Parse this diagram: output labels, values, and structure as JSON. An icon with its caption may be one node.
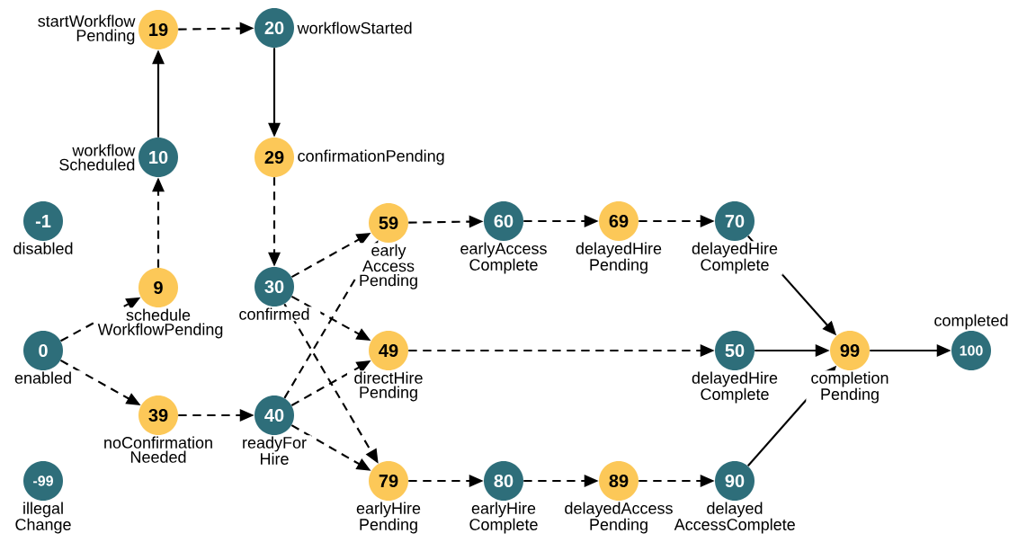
{
  "diagram": {
    "nodes": [
      {
        "text": [
          "19"
        ],
        "beside": [
          "startWorkflow Pending"
        ]
      },
      {
        "text": [
          "20"
        ],
        "beside": [
          "workflowStarted"
        ]
      },
      {
        "text": [
          "10"
        ],
        "beside": [
          "workflow Scheduled"
        ]
      },
      {
        "text": [
          "29"
        ],
        "beside": [
          "confirmationPending"
        ]
      },
      {
        "text": [
          "-1"
        ],
        "beside": [
          "disabled"
        ]
      },
      {
        "text": [
          "9"
        ],
        "beside": [
          "schedule WorkflowPending"
        ]
      },
      {
        "text": [
          "30"
        ],
        "beside": [
          "confirmed"
        ]
      },
      {
        "text": [
          "59"
        ],
        "beside": [
          "early Access Pending"
        ]
      },
      {
        "text": [
          "60"
        ],
        "beside": [
          "earlyAccess Complete"
        ]
      },
      {
        "text": [
          "69"
        ],
        "beside": [
          "delayedHire Pending"
        ]
      },
      {
        "text": [
          "70"
        ],
        "beside": [
          "delayedHire Complete"
        ]
      },
      {
        "text": [
          "0"
        ],
        "beside": [
          "enabled"
        ]
      },
      {
        "text": [
          "49"
        ],
        "beside": [
          "directHire Pending"
        ]
      },
      {
        "text": [
          "50"
        ],
        "beside": [
          "delayedHire Complete"
        ]
      },
      {
        "text": [
          "99"
        ],
        "beside": [
          "completion Pending"
        ]
      },
      {
        "text": [
          "100"
        ],
        "beside": [
          "completed"
        ]
      },
      {
        "text": [
          "39"
        ],
        "beside": [
          "noConfirmation Needed"
        ]
      },
      {
        "text": [
          "40"
        ],
        "beside": [
          "readyFor Hire"
        ]
      },
      {
        "text": [
          "-99"
        ],
        "beside": [
          "illegal Change"
        ]
      },
      {
        "text": [
          "79"
        ],
        "beside": [
          "earlyHire Pending"
        ]
      },
      {
        "text": [
          "80"
        ],
        "beside": [
          "earlyHire Complete"
        ]
      },
      {
        "text": [
          "89"
        ],
        "beside": [
          "delayedAccess Pending"
        ]
      },
      {
        "text": [
          "90"
        ],
        "beside": [
          "delayed AccessComplete"
        ]
      }
    ],
    "edges": [
      {
        "from": 0,
        "to": 1,
        "arrow": "to",
        "style": "dashed"
      },
      {
        "from": 1,
        "to": 3,
        "arrow": "to"
      },
      {
        "from": 3,
        "to": 6,
        "arrow": "to",
        "style": "dashed"
      },
      {
        "from": 2,
        "to": 0,
        "arrow": "to"
      },
      {
        "from": 5,
        "to": 2,
        "arrow": "to",
        "style": "dashed"
      },
      {
        "from": 11,
        "to": 5,
        "arrow": "to",
        "style": "dashed"
      },
      {
        "from": 11,
        "to": 16,
        "arrow": "to",
        "style": "dashed"
      },
      {
        "from": 16,
        "to": 17,
        "arrow": "to",
        "style": "dashed"
      },
      {
        "from": 6,
        "to": 7,
        "arrow": "to",
        "style": "dashed"
      },
      {
        "from": 6,
        "to": 12,
        "arrow": "to",
        "style": "dashed"
      },
      {
        "from": 6,
        "to": 19,
        "arrow": "to",
        "style": "dashed"
      },
      {
        "from": 17,
        "to": 7,
        "arrow": "to",
        "style": "dashed"
      },
      {
        "from": 17,
        "to": 12,
        "arrow": "to",
        "style": "dashed"
      },
      {
        "from": 17,
        "to": 19,
        "arrow": "to",
        "style": "dashed"
      },
      {
        "from": 7,
        "to": 8,
        "arrow": "to",
        "style": "dashed"
      },
      {
        "from": 8,
        "to": 9,
        "arrow": "to",
        "style": "dashed"
      },
      {
        "from": 9,
        "to": 10,
        "arrow": "to",
        "style": "dashed"
      },
      {
        "from": 10,
        "to": 14,
        "arrow": "to"
      },
      {
        "from": 12,
        "to": 13,
        "arrow": "to",
        "style": "dashed"
      },
      {
        "from": 13,
        "to": 14,
        "arrow": "to"
      },
      {
        "from": 14,
        "to": 15,
        "arrow": "to"
      },
      {
        "from": 19,
        "to": 20,
        "arrow": "to",
        "style": "dashed"
      },
      {
        "from": 20,
        "to": 21,
        "arrow": "to",
        "style": "dashed"
      },
      {
        "from": 21,
        "to": 22,
        "arrow": "to",
        "style": "dashed"
      },
      {
        "from": 22,
        "to": 14,
        "arrow": "to"
      }
    ]
  }
}
